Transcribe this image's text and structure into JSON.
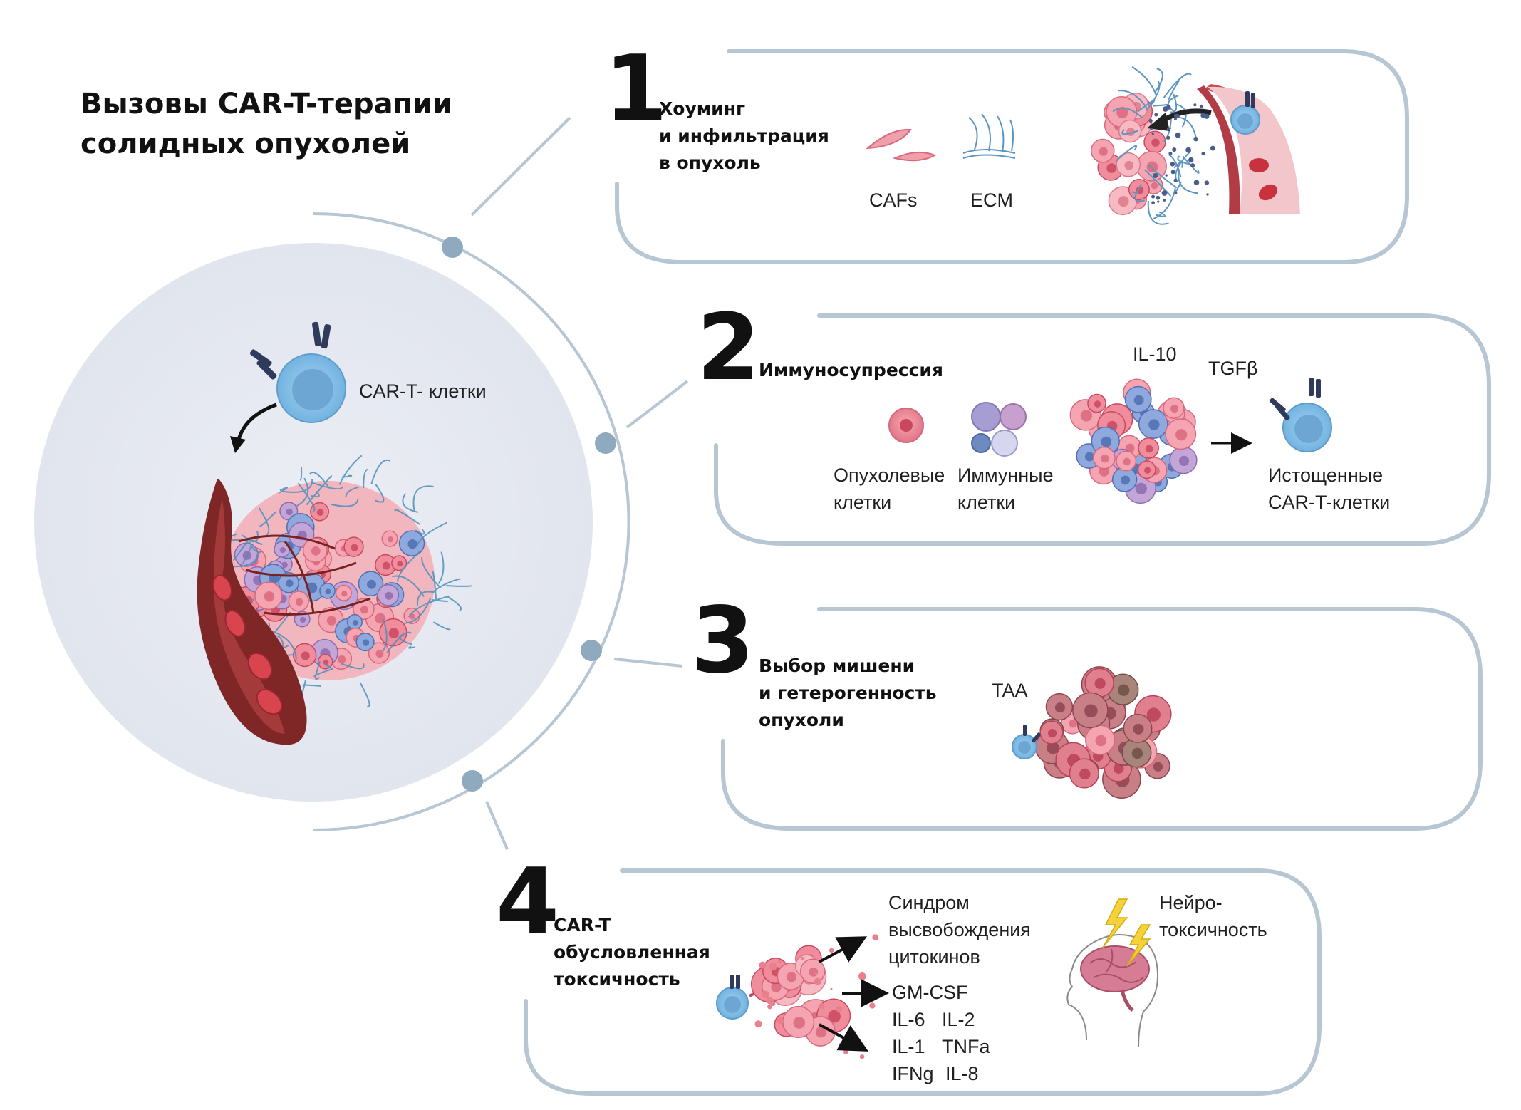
{
  "title": {
    "line1": "Вызовы CAR-T-терапии",
    "line2": "солидных опухолей"
  },
  "hub": {
    "cell_label": "CAR-T- клетки"
  },
  "panels": [
    {
      "number": "1",
      "heading": "Хоуминг\nи инфильтрация\nв опухоль",
      "labels": {
        "cafs": "CAFs",
        "ecm": "ECM"
      }
    },
    {
      "number": "2",
      "heading": "Иммуносупрессия",
      "labels": {
        "tumor": "Опухолевые\nклетки",
        "immune": "Иммунные\nклетки",
        "il10": "IL-10",
        "tgfb": "TGFβ",
        "exhausted": "Истощенные\nCAR-T-клетки"
      }
    },
    {
      "number": "3",
      "heading": "Выбор мишени\nи гетерогенность\nопухоли",
      "labels": {
        "taa": "TAA"
      }
    },
    {
      "number": "4",
      "heading": "CAR-T\nобусловленная\nтоксичность",
      "labels": {
        "crs": "Синдром\nвысвобождения\nцитокинов",
        "neuro": "Нейро-\nтоксичность",
        "gmcsf": "GM-CSF",
        "il6": "IL-6",
        "il2": "IL-2",
        "il1": "IL-1",
        "tnfa": "TNFa",
        "ifng": "IFNg",
        "il8": "IL-8"
      }
    }
  ],
  "colors": {
    "frame": "#b7c6d3",
    "node": "#8fa9bf",
    "hub_bg": "#e6e9f1",
    "tcell": "#8cc3ea",
    "tumor": "#e8808e",
    "vessel": "#8e2b2b"
  }
}
